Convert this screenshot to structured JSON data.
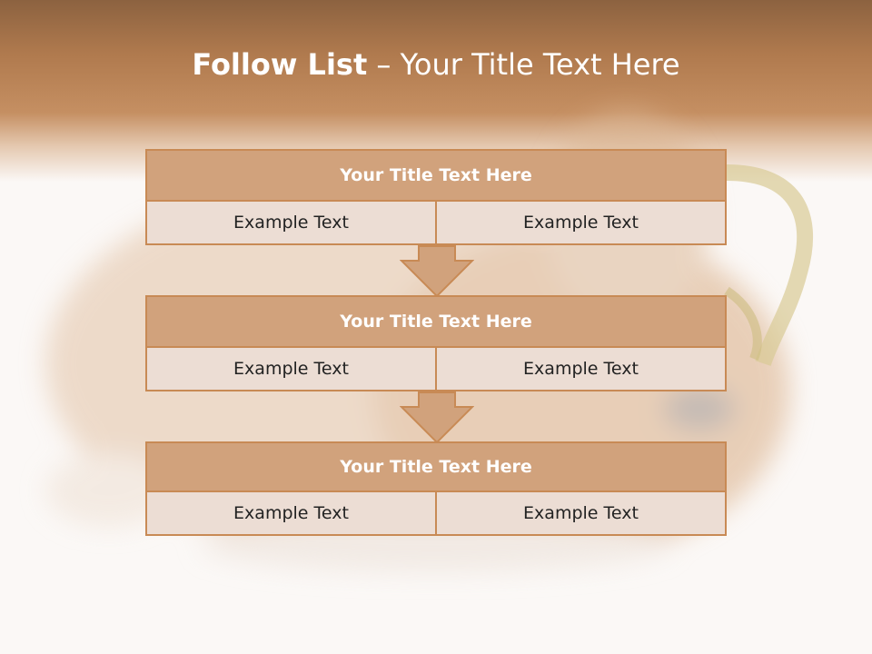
{
  "title": {
    "bold": "Follow List",
    "rest": " – Your Title Text Here"
  },
  "colors": {
    "header": "#b07a4e",
    "block_title_fill": "#d1a27c",
    "block_cell_fill": "#ecddd4",
    "border": "#c88a55"
  },
  "blocks": [
    {
      "title": "Your Title Text Here",
      "cells": [
        "Example Text",
        "Example Text"
      ]
    },
    {
      "title": "Your Title Text Here",
      "cells": [
        "Example Text",
        "Example Text"
      ]
    },
    {
      "title": "Your Title Text Here",
      "cells": [
        "Example Text",
        "Example Text"
      ]
    }
  ],
  "background": {
    "image": "rabbit-with-ribbon"
  }
}
